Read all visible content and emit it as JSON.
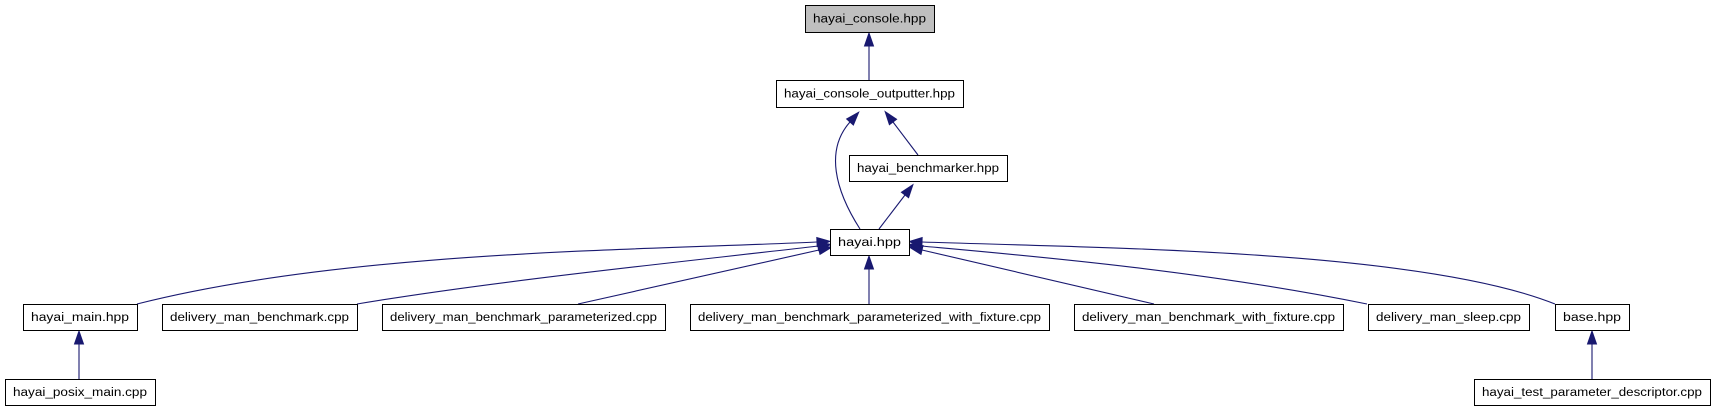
{
  "diagram": {
    "type": "include-dependency-graph",
    "edge_color": "#191970",
    "root_fill": "#bfbfbf",
    "nodes": [
      {
        "id": "console",
        "label": "hayai_console.hpp",
        "root": true
      },
      {
        "id": "outputter",
        "label": "hayai_console_outputter.hpp"
      },
      {
        "id": "benchmarker",
        "label": "hayai_benchmarker.hpp"
      },
      {
        "id": "hayai",
        "label": "hayai.hpp"
      },
      {
        "id": "main",
        "label": "hayai_main.hpp"
      },
      {
        "id": "dmb",
        "label": "delivery_man_benchmark.cpp"
      },
      {
        "id": "dmbp",
        "label": "delivery_man_benchmark_parameterized.cpp"
      },
      {
        "id": "dmbpwf",
        "label": "delivery_man_benchmark_parameterized_with_fixture.cpp"
      },
      {
        "id": "dmbwf",
        "label": "delivery_man_benchmark_with_fixture.cpp"
      },
      {
        "id": "sleep",
        "label": "delivery_man_sleep.cpp"
      },
      {
        "id": "base",
        "label": "base.hpp"
      },
      {
        "id": "posix",
        "label": "hayai_posix_main.cpp"
      },
      {
        "id": "descriptor",
        "label": "hayai_test_parameter_descriptor.cpp"
      }
    ],
    "edges": [
      {
        "from": "outputter",
        "to": "console"
      },
      {
        "from": "benchmarker",
        "to": "outputter"
      },
      {
        "from": "hayai",
        "to": "outputter"
      },
      {
        "from": "hayai",
        "to": "benchmarker"
      },
      {
        "from": "main",
        "to": "hayai"
      },
      {
        "from": "dmb",
        "to": "hayai"
      },
      {
        "from": "dmbp",
        "to": "hayai"
      },
      {
        "from": "dmbpwf",
        "to": "hayai"
      },
      {
        "from": "dmbwf",
        "to": "hayai"
      },
      {
        "from": "sleep",
        "to": "hayai"
      },
      {
        "from": "base",
        "to": "hayai"
      },
      {
        "from": "posix",
        "to": "main"
      },
      {
        "from": "descriptor",
        "to": "base"
      }
    ]
  }
}
